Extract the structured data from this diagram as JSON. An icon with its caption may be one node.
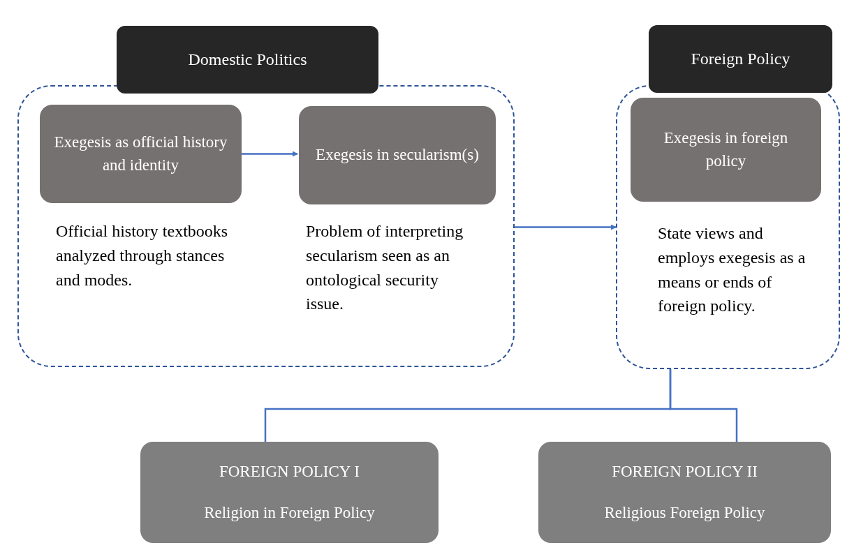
{
  "diagram": {
    "nodes": [
      {
        "text": [
          "Domestic Politics"
        ]
      },
      {
        "text": [
          "Exegesis as official history and identity"
        ],
        "in": 0,
        "beside": [
          "Official history textbooks analyzed through stances and modes."
        ]
      },
      {
        "text": [
          "Exegesis in secularism(s)"
        ],
        "in": 0,
        "beside": [
          "Problem of interpreting secularism seen as an ontological security issue."
        ]
      },
      {
        "text": [
          "Foreign Policy"
        ]
      },
      {
        "text": [
          "Exegesis in foreign policy"
        ],
        "in": 3,
        "beside": [
          "State views and employs exegesis as a means or ends of foreign policy."
        ]
      },
      {
        "text": [
          "FOREIGN POLICY I",
          "Religion in Foreign Policy"
        ]
      },
      {
        "text": [
          "FOREIGN POLICY II",
          "Religious Foreign Policy"
        ]
      }
    ],
    "edges": [
      {
        "from": 1,
        "to": 2,
        "arrow": "to",
        "color": "#4472c4"
      },
      {
        "from": 0,
        "to": 3,
        "arrow": "to",
        "color": "#4472c4"
      },
      {
        "from": 3,
        "to": 5,
        "arrow": "none",
        "color": "#4472c4"
      },
      {
        "from": 3,
        "to": 6,
        "arrow": "none",
        "color": "#4472c4"
      }
    ]
  }
}
